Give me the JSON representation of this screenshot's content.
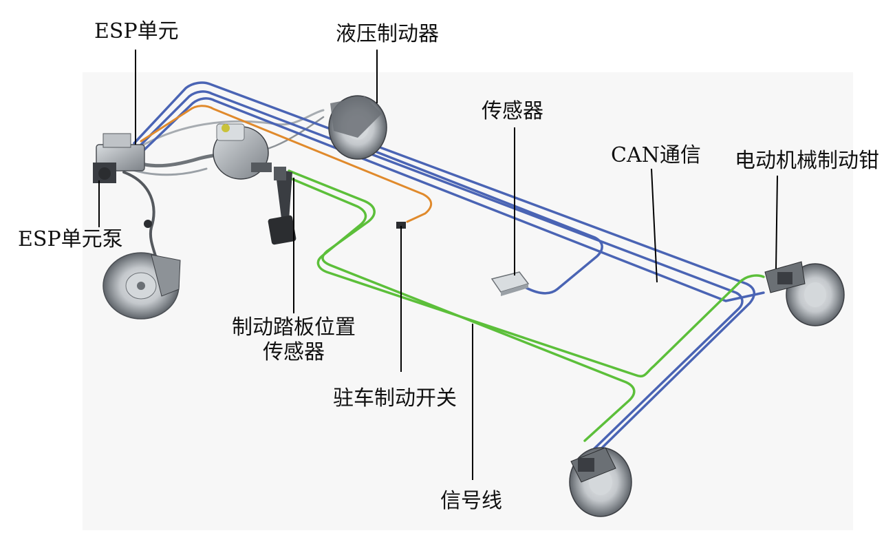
{
  "labels": {
    "esp_unit": "ESP单元",
    "hydraulic_brake": "液压制动器",
    "sensor": "传感器",
    "can_comm": "CAN通信",
    "electro_mech_caliper": "电动机械制动钳",
    "esp_pump": "ESP单元泵",
    "pedal_sensor_line1": "制动踏板位置",
    "pedal_sensor_line2": "传感器",
    "parking_switch": "驻车制动开关",
    "signal_line": "信号线"
  },
  "colors": {
    "can_line": "#4a64b4",
    "signal_line": "#5cbf3a",
    "hydraulic_line": "#e08a2c",
    "brake_pipe": "#9aa0a6",
    "metal": "#b9bec4",
    "dark_part": "#3a3d42",
    "leader": "#000000"
  }
}
